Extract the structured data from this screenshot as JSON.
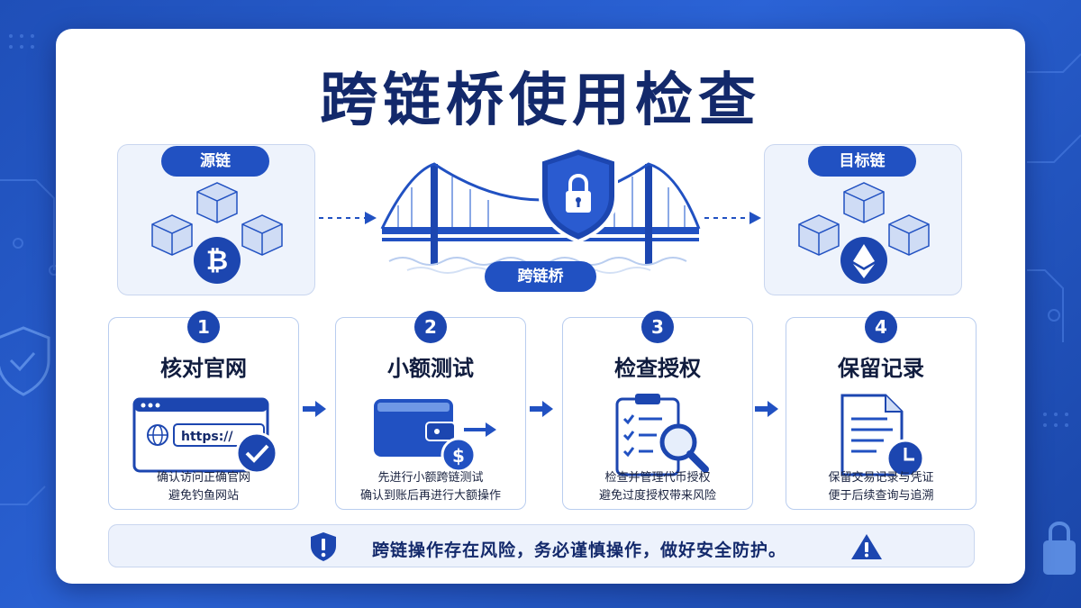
{
  "title": "跨链桥使用检查",
  "source_chain": {
    "label": "源链",
    "coin_icon": "bitcoin-icon"
  },
  "target_chain": {
    "label": "目标链",
    "coin_icon": "ethereum-icon"
  },
  "bridge": {
    "label": "跨链桥",
    "icon": "shield-lock-icon"
  },
  "steps": [
    {
      "number": "1",
      "title": "核对官网",
      "url_text": "https://",
      "desc_line1": "确认访问正确官网",
      "desc_line2": "避免钓鱼网站",
      "icon": "browser-check-icon"
    },
    {
      "number": "2",
      "title": "小额测试",
      "desc_line1": "先进行小额跨链测试",
      "desc_line2": "确认到账后再进行大额操作",
      "icon": "wallet-dollar-icon"
    },
    {
      "number": "3",
      "title": "检查授权",
      "desc_line1": "检查并管理代币授权",
      "desc_line2": "避免过度授权带来风险",
      "icon": "clipboard-search-icon"
    },
    {
      "number": "4",
      "title": "保留记录",
      "desc_line1": "保留交易记录与凭证",
      "desc_line2": "便于后续查询与追溯",
      "icon": "document-clock-icon"
    }
  ],
  "warning": {
    "text": "跨链操作存在风险，务必谨慎操作，做好安全防护。",
    "left_icon": "shield-alert-icon",
    "right_icon": "warning-triangle-icon"
  },
  "colors": {
    "primary": "#2151c2",
    "dark": "#13296b",
    "background": "#2b63d6"
  }
}
